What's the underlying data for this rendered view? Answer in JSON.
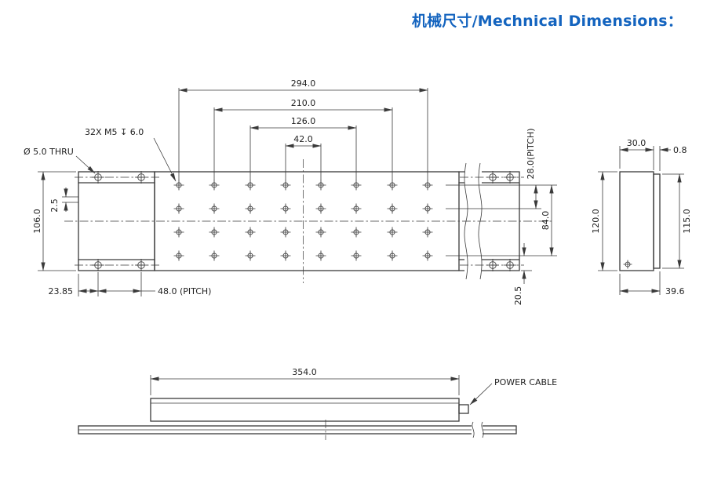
{
  "title": "机械尺寸/Mechnical Dimensions：",
  "colors": {
    "accent_blue": "#1464bf",
    "line": "#3a3a3a"
  },
  "top_view": {
    "callout_thread": "32X  M5 ↧ 6.0",
    "callout_thru": "Ø 5.0 THRU",
    "dim_294": "294.0",
    "dim_210": "210.0",
    "dim_126": "126.0",
    "dim_42": "42.0",
    "dim_pitch28": "28.0(PITCH)",
    "dim_84": "84.0",
    "dim_106": "106.0",
    "dim_2_5": "2.5",
    "dim_23_85": "23.85",
    "dim_48_pitch": "48.0 (PITCH)",
    "dim_20_5": "20.5"
  },
  "end_view": {
    "dim_30": "30.0",
    "dim_0_8": "0.8",
    "dim_120": "120.0",
    "dim_115": "115.0",
    "dim_39_6": "39.6"
  },
  "front_view": {
    "dim_354": "354.0",
    "label_power_cable": "POWER CABLE"
  }
}
